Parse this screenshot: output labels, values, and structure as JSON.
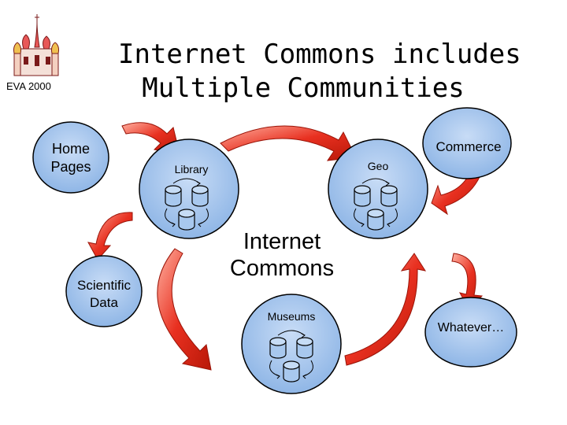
{
  "title": {
    "line1": "Internet Commons includes",
    "line2": "Multiple Communities"
  },
  "logo": {
    "caption": "EVA 2000",
    "icon": "kremlin-cathedral-icon"
  },
  "nodes": {
    "home_pages": {
      "line1": "Home",
      "line2": "Pages"
    },
    "scientific_data": {
      "line1": "Scientific",
      "line2": "Data"
    },
    "library": "Library",
    "geo": "Geo",
    "museums": "Museums",
    "commerce": "Commerce",
    "whatever": "Whatever…"
  },
  "center": {
    "line1": "Internet",
    "line2": "Commons"
  },
  "colors": {
    "node_fill": "#a8c8ee",
    "arrow_fill": "#e02818",
    "cylinder_fill": "#a8c8ee"
  },
  "icons": [
    "database-cylinder-icon",
    "curved-sync-arrow-icon",
    "red-curved-arrow-icon"
  ]
}
